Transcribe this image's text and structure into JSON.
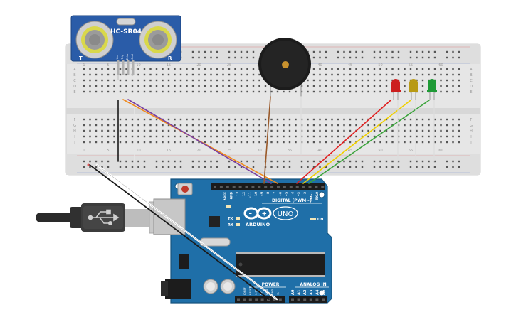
{
  "sensor": {
    "model": "HC-SR04",
    "left_letter": "T",
    "right_letter": "R",
    "pins": [
      "Vcc",
      "Trig",
      "Echo",
      "Gnd"
    ]
  },
  "breadboard": {
    "column_numbers": [
      "1",
      "5",
      "10",
      "15",
      "20",
      "25",
      "30",
      "35",
      "40",
      "45",
      "50",
      "55",
      "60"
    ],
    "row_letters_top": [
      "A",
      "B",
      "C",
      "D",
      "E"
    ],
    "row_letters_bottom": [
      "F",
      "G",
      "H",
      "I",
      "J"
    ]
  },
  "arduino": {
    "brand": "ARDUINO",
    "model": "UNO",
    "digital_label": "DIGITAL (PWM~)",
    "power_label": "POWER",
    "analog_label": "ANALOG IN",
    "on_label": "ON",
    "tx_label": "TX",
    "rx_label": "RX",
    "digital_pins": [
      "AREF",
      "GND",
      "13",
      "12",
      "~11",
      "~10",
      "~9",
      "8",
      "7",
      "~6",
      "~5",
      "4",
      "~3",
      "2",
      "TX▸1",
      "RX◂0"
    ],
    "power_pins": [
      "IOREF",
      "RESET",
      "3.3V",
      "5V",
      "GND",
      "GND",
      "Vin"
    ],
    "analog_pins": [
      "A0",
      "A1",
      "A2",
      "A3",
      "A4",
      "A5"
    ]
  },
  "leds": [
    {
      "color_name": "red",
      "color": "#cc1f1f"
    },
    {
      "color_name": "yellow",
      "color": "#b89a14"
    },
    {
      "color_name": "green",
      "color": "#1e9a36"
    }
  ],
  "wires": {
    "orange": "#f08a1c",
    "purple": "#7a3fa0",
    "brown": "#9a5a2a",
    "red": "#e02020",
    "yellow": "#f0d000",
    "green": "#3aa33a",
    "black": "#1a1a1a",
    "white": "#f4f4f4"
  },
  "colors": {
    "board_blue": "#1f6fa8",
    "board_dark": "#17557f",
    "breadboard": "#e6e6e6",
    "sensor_blue": "#2a5ca8"
  }
}
